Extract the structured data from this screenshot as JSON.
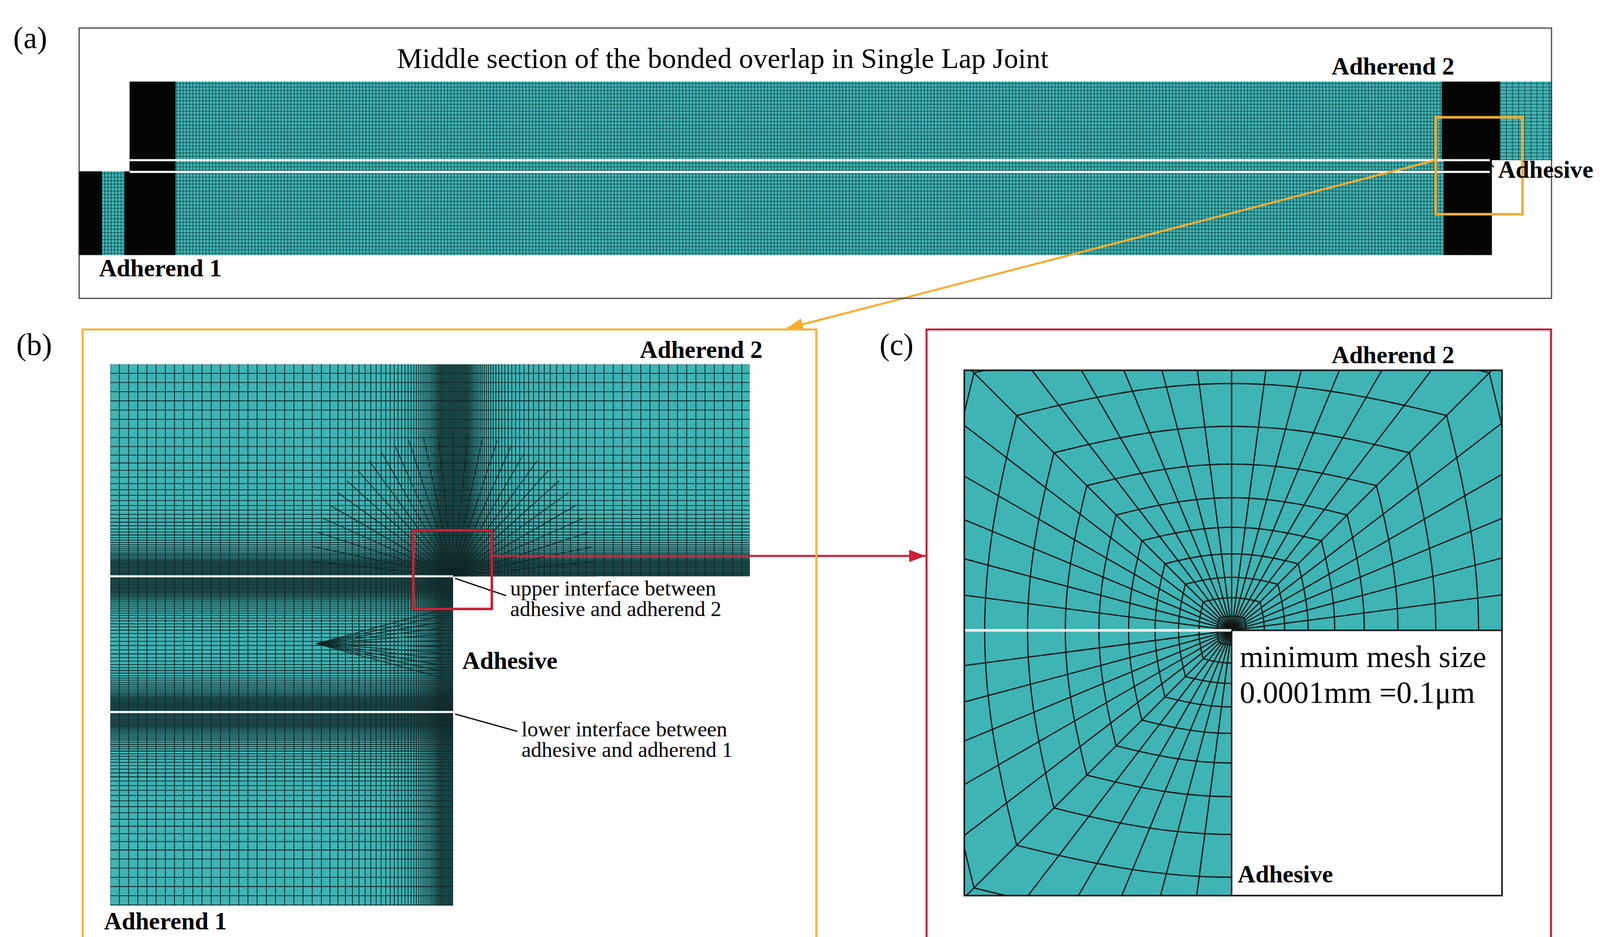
{
  "diagram": {
    "nodes": [
      {
        "text": [
          "(a)",
          "Middle section of the bonded overlap in Single Lap Joint"
        ]
      },
      {
        "text": [
          "(b)"
        ]
      },
      {
        "text": [
          "(c)"
        ]
      }
    ],
    "edges": [
      {
        "from": 0,
        "to": 1,
        "arrow": "to"
      },
      {
        "from": 1,
        "to": 2,
        "arrow": "to"
      }
    ],
    "labels": [
      "Adherend 2",
      "Adhesive",
      "Adherend 1",
      "Adherend 2",
      "upper interface between adhesive and adherend 2",
      "Adhesive",
      "lower interface between adhesive and adherend 1",
      "Adherend 1",
      "Adherend 2",
      "minimum mesh size 0.0001mm =0.1μm",
      "Adhesive"
    ]
  }
}
